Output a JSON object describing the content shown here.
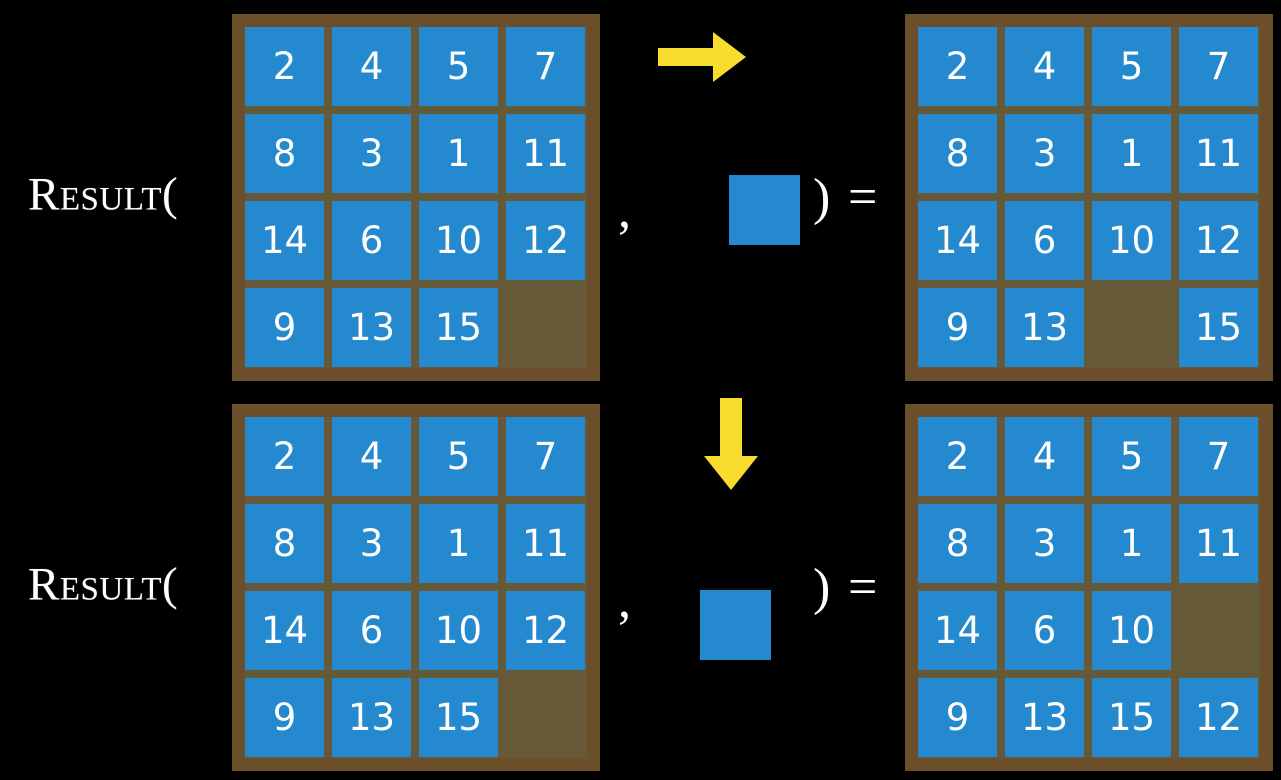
{
  "background_color": "#000000",
  "palette": {
    "tile_blue": "#2489ce",
    "frame_brown": "#6b4f2b",
    "board_gap_olive": "#665937",
    "arrow_yellow": "#f7dc2e",
    "text_white": "#ffffff"
  },
  "equations": [
    {
      "label": "Result(",
      "comma": ",",
      "close_paren": ")",
      "equals": "=",
      "move_direction": "right",
      "move_icon": "arrow-right-icon",
      "input_board": {
        "rows": [
          [
            "2",
            "4",
            "5",
            "7"
          ],
          [
            "8",
            "3",
            "1",
            "11"
          ],
          [
            "14",
            "6",
            "10",
            "12"
          ],
          [
            "9",
            "13",
            "15",
            ""
          ]
        ]
      },
      "output_board": {
        "rows": [
          [
            "2",
            "4",
            "5",
            "7"
          ],
          [
            "8",
            "3",
            "1",
            "11"
          ],
          [
            "14",
            "6",
            "10",
            "12"
          ],
          [
            "9",
            "13",
            "",
            "15"
          ]
        ]
      }
    },
    {
      "label": "Result(",
      "comma": ",",
      "close_paren": ")",
      "equals": "=",
      "move_direction": "down",
      "move_icon": "arrow-down-icon",
      "input_board": {
        "rows": [
          [
            "2",
            "4",
            "5",
            "7"
          ],
          [
            "8",
            "3",
            "1",
            "11"
          ],
          [
            "14",
            "6",
            "10",
            "12"
          ],
          [
            "9",
            "13",
            "15",
            ""
          ]
        ]
      },
      "output_board": {
        "rows": [
          [
            "2",
            "4",
            "5",
            "7"
          ],
          [
            "8",
            "3",
            "1",
            "11"
          ],
          [
            "14",
            "6",
            "10",
            ""
          ],
          [
            "9",
            "13",
            "15",
            "12"
          ]
        ]
      }
    }
  ]
}
